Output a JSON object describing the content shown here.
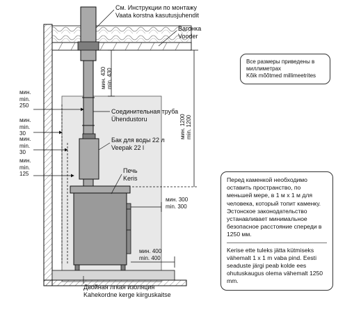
{
  "labels": {
    "install_ru": "См. Инструкции по монтажу",
    "install_et": "Vaata korstna kasutusjuhendit",
    "lining_ru": "Вагонка",
    "lining_et": "Vooder",
    "pipe_ru": "Соединительная труба",
    "pipe_et": "Ühendustoru",
    "tank_ru": "Бак для воды 22 л",
    "tank_et": "Veepak 22 l",
    "stove_ru": "Печь",
    "stove_et": "Keris",
    "insulation_ru": "Двойная лгкая изоляция",
    "insulation_et": "Kahekordne kerge kiirguskaitse"
  },
  "dimensions": {
    "left_250": [
      "мин.",
      "min.",
      "250"
    ],
    "left_30a": [
      "мин.",
      "min.",
      "30"
    ],
    "left_30b": [
      "мин.",
      "min.",
      "30"
    ],
    "left_125": [
      "мин.",
      "min.",
      "125"
    ],
    "ceiling_430": [
      "мин. 430",
      "min. 430"
    ],
    "height_1200": [
      "мин. 1200",
      "min. 1200"
    ],
    "side_300": [
      "мин. 300",
      "min. 300"
    ],
    "front_400": [
      "мин. 400",
      "min. 400"
    ]
  },
  "notes": {
    "units_ru": "Все размеры приведены в миллиметрах",
    "units_et": "Kõik mõõtmed millimeetrites",
    "clearance_ru": "Перед каменкой необходимо оставить пространство, по меньшей мере, в 1 м х 1 м для человека, который топит каменку. Эстонское законодательство устанавливает минимальное безопасное расстояние спереди в 1250 мм.",
    "clearance_et": "Kerise ette tuleks jätta kütmiseks vähemalt 1 x 1 m vaba pind. Eesti seaduste järgi peab kolde ees ohutuskaugus olema vähemalt 1250 mm."
  },
  "colors": {
    "line": "#111111",
    "panel": "#e8e8e8",
    "metal": "#a9a9a9",
    "metal_dark": "#7e7e7e",
    "wall": "#ffffff"
  }
}
